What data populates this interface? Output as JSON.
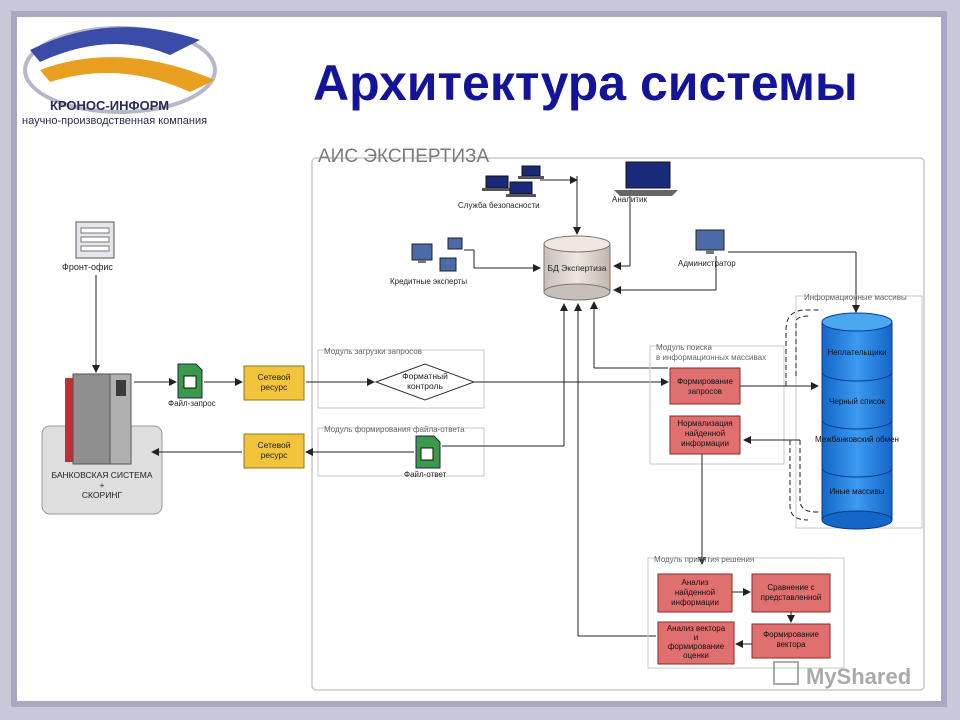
{
  "header": {
    "title": "Архитектура системы",
    "logo_line1": "КРОНОС-ИНФОРМ",
    "logo_line2": "научно-производственная компания"
  },
  "diagram": {
    "system_title": "АИС ЭКСПЕРТИЗА",
    "front_office": "Фронт-офис",
    "bank_system": [
      "БАНКОВСКАЯ СИСТЕМА",
      "+",
      "СКОРИНГ"
    ],
    "file_request": "Файл-запрос",
    "file_response": "Файл-ответ",
    "network_resource": [
      "Сетевой",
      "ресурс"
    ],
    "load_module": "Модуль загрузки запросов",
    "format_control": [
      "Форматный",
      "контроль"
    ],
    "response_module": "Модуль формирования файла-ответа",
    "security": "Служба безопасности",
    "analyst": "Аналитик",
    "credit_experts": "Кредитные эксперты",
    "db": "БД Экспертиза",
    "admin": "Администратор",
    "info_arrays": "Информационные массивы",
    "arrays": [
      "Неплательщики",
      "Черный список",
      "Межбанковский обмен",
      "Иные массивы"
    ],
    "search_module": [
      "Модуль поиска",
      "в информационных массивах"
    ],
    "form_requests": [
      "Формирование",
      "запросов"
    ],
    "normalization": [
      "Нормализация",
      "найденной",
      "информации"
    ],
    "decision_module": "Модуль принятия решения",
    "analysis_found": [
      "Анализ",
      "найденной",
      "информации"
    ],
    "compare": [
      "Сравнение с",
      "представленной"
    ],
    "vector_analysis": [
      "Анализ вектора",
      "и",
      "формирование",
      "оценки"
    ],
    "vector_form": [
      "Формирование",
      "вектора"
    ]
  },
  "watermark": "MyShared"
}
